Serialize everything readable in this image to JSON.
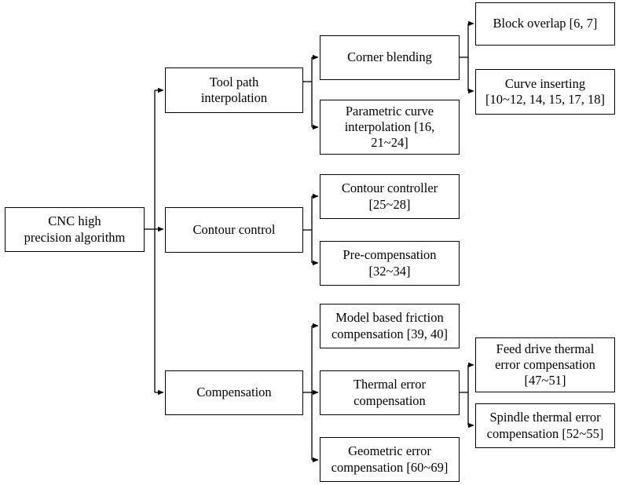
{
  "nodes": {
    "root": "CNC high\nprecision algorithm",
    "tool_path": "Tool path\ninterpolation",
    "contour_control": "Contour control",
    "compensation": "Compensation",
    "corner_blending": "Corner blending",
    "parametric_curve": "Parametric curve\ninterpolation [16,\n21~24]",
    "contour_controller": "Contour controller\n[25~28]",
    "pre_compensation": "Pre-compensation\n[32~34]",
    "model_friction": "Model based friction\ncompensation [39, 40]",
    "thermal_error": "Thermal error\ncompensation",
    "geometric_error": "Geometric error\ncompensation [60~69]",
    "block_overlap": "Block overlap [6, 7]",
    "curve_inserting": "Curve inserting\n[10~12, 14, 15, 17, 18]",
    "feed_drive": "Feed drive thermal\nerror compensation\n[47~51]",
    "spindle_thermal": "Spindle thermal error\ncompensation [52~55]"
  },
  "colors": {
    "line": "#000000",
    "box_border": "#000000",
    "background": "#ffffff"
  }
}
